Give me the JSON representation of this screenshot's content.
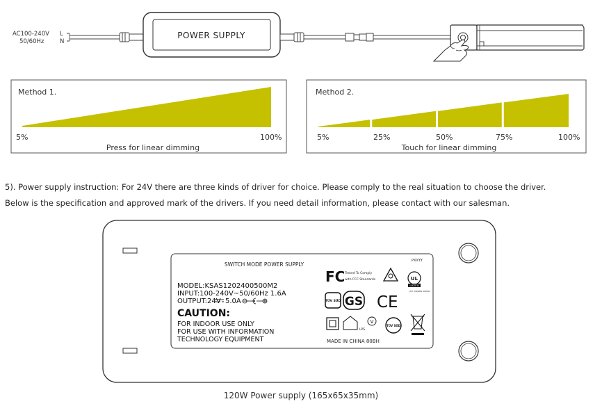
{
  "wiring": {
    "input_line1": "AC100-240V",
    "input_l": "L",
    "input_line2": "50/60Hz",
    "input_n": "N",
    "box_label": "POWER SUPPLY"
  },
  "methods": [
    {
      "title": "Method 1.",
      "min_label": "5%",
      "max_label": "100%",
      "caption": "Press for linear dimming",
      "segments": [
        5,
        100
      ]
    },
    {
      "title": "Method 2.",
      "ticks": [
        "5%",
        "25%",
        "50%",
        "75%",
        "100%"
      ],
      "caption": "Touch for linear dimming",
      "segments": [
        5,
        25,
        50,
        75,
        100
      ]
    }
  ],
  "colors": {
    "ramp": "#c5c100",
    "stroke": "#444444"
  },
  "instruction": {
    "line1": "5). Power supply instruction: For 24V there are three kinds of driver for choice. Please comply to the real situation to choose the driver.",
    "line2": "Below is the specification and approved mark of the drivers. If you need detail information, please contact with our salesman."
  },
  "label": {
    "header": "SWITCH MODE POWER SUPPLY",
    "code": "PXXYY",
    "model": "MODEL:KSAS1202400500M2",
    "input": "INPUT:100-240V~50/60Hz  1.6A",
    "output": "OUTPUT:24V",
    "output_current": "5.0A",
    "caution_title": "CAUTION:",
    "caution_lines": [
      "FOR INDOOR USE ONLY",
      "FOR USE WITH INFORMATION",
      "TECHNOLOGY EQUIPMENT"
    ],
    "fcc_line1": "Tested To Comply",
    "fcc_line2": "with FCC Standards",
    "fcc_mark": "FC",
    "gs_mark": "GS",
    "ce_mark": "CE",
    "tuv_mark": "TÜV SÜD",
    "ul_mark": "UL",
    "listed": "LISTED",
    "ul_note": "I.T.E. POWER SUPPLY",
    "lps": "LPS",
    "v_mark": "V",
    "made_in": "MADE IN CHINA  80BH"
  },
  "product_caption": "120W Power supply (165x65x35mm)"
}
